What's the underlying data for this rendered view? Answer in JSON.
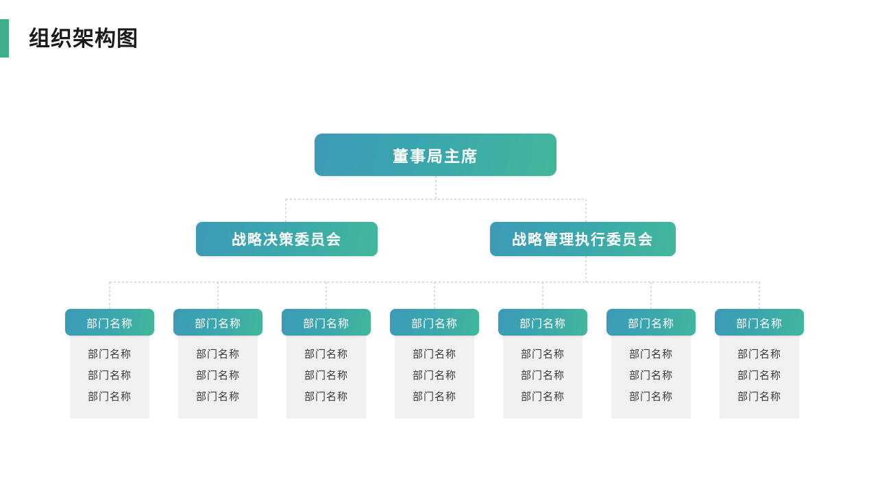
{
  "page": {
    "title": "组织架构图",
    "background_color": "#FFFFFF",
    "accent_color": "#3FAE8E"
  },
  "theme": {
    "gradient_start": "#3C9BB6",
    "gradient_mid": "#3AA6AE",
    "gradient_end": "#41B79A",
    "panel_background": "#F1F1F1",
    "panel_text_color": "#3A3A3A",
    "connector_color": "#C8C8C8",
    "connector_style": "dashed"
  },
  "chart_data": {
    "type": "diagram",
    "title": "组织架构图",
    "levels": 3,
    "root": {
      "label": "董事局主席"
    },
    "committees": [
      {
        "label": "战略决策委员会"
      },
      {
        "label": "战略管理执行委员会"
      }
    ],
    "departments": [
      {
        "header": "部门名称",
        "items": [
          "部门名称",
          "部门名称",
          "部门名称"
        ]
      },
      {
        "header": "部门名称",
        "items": [
          "部门名称",
          "部门名称",
          "部门名称"
        ]
      },
      {
        "header": "部门名称",
        "items": [
          "部门名称",
          "部门名称",
          "部门名称"
        ]
      },
      {
        "header": "部门名称",
        "items": [
          "部门名称",
          "部门名称",
          "部门名称"
        ]
      },
      {
        "header": "部门名称",
        "items": [
          "部门名称",
          "部门名称",
          "部门名称"
        ]
      },
      {
        "header": "部门名称",
        "items": [
          "部门名称",
          "部门名称",
          "部门名称"
        ]
      },
      {
        "header": "部门名称",
        "items": [
          "部门名称",
          "部门名称",
          "部门名称"
        ]
      }
    ]
  }
}
